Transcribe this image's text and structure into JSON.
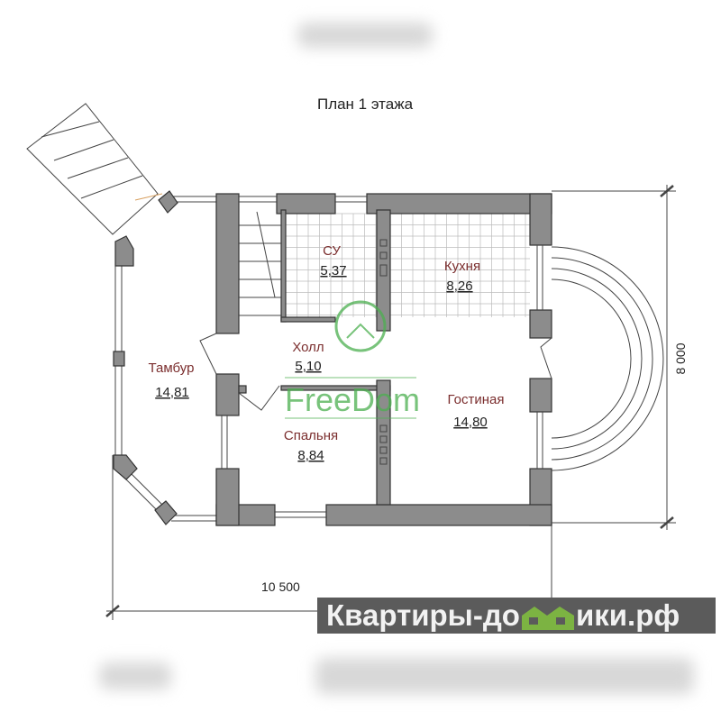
{
  "title": "План 1 этажа",
  "rooms": [
    {
      "name": "СУ",
      "area": "5,37"
    },
    {
      "name": "Кухня",
      "area": "8,26"
    },
    {
      "name": "Холл",
      "area": "5,10"
    },
    {
      "name": "Тамбур",
      "area": "14,81"
    },
    {
      "name": "Гостиная",
      "area": "14,80"
    },
    {
      "name": "Спальня",
      "area": "8,84"
    }
  ],
  "dimensions": {
    "height": "8 000",
    "width": "10 500"
  },
  "watermarks": {
    "freedom": "FreeDom",
    "site_left": "Квартиры-до",
    "site_right": "ики.рф",
    "site_full": "Квартиры-домики.рф"
  },
  "colors": {
    "wall": "#8c8c8c",
    "room_label": "#7b2e2e",
    "watermark_green": "#4caf50",
    "banner": "#5b5b5b"
  }
}
